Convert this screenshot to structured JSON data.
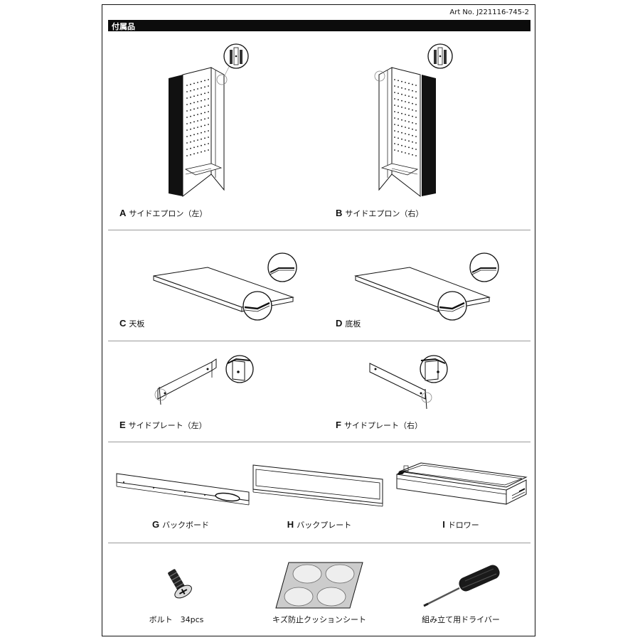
{
  "header": {
    "art_no": "Art No. J221116-745-2",
    "section_title": "付属品"
  },
  "parts": [
    {
      "letter": "A",
      "label": "サイドエプロン（左）"
    },
    {
      "letter": "B",
      "label": "サイドエプロン（右）"
    },
    {
      "letter": "C",
      "label": "天板"
    },
    {
      "letter": "D",
      "label": "底板"
    },
    {
      "letter": "E",
      "label": "サイドプレート（左）"
    },
    {
      "letter": "F",
      "label": "サイドプレート（右）"
    },
    {
      "letter": "G",
      "label": "バックボード"
    },
    {
      "letter": "H",
      "label": "バックプレート"
    },
    {
      "letter": "I",
      "label": "ドロワー"
    }
  ],
  "accessories": [
    {
      "label": "ボルト　34pcs"
    },
    {
      "label": "キズ防止クッションシート"
    },
    {
      "label": "組み立て用ドライバー"
    }
  ]
}
